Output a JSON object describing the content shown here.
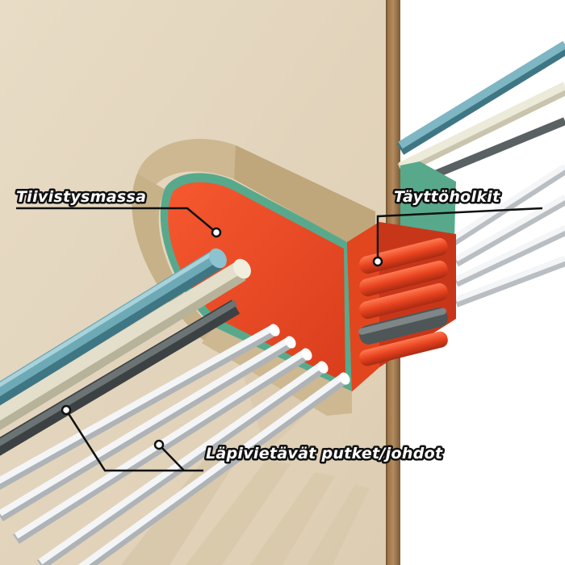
{
  "labels": {
    "sealant": "Tiivistysmassa",
    "filler_sleeves": "Täyttöholkit",
    "pipes_cables": "Läpivietävät putket/johdot"
  },
  "colors": {
    "wall_face": "#e4d6bf",
    "wall_edge": "#a07b50",
    "background": "#ffffff",
    "sealant_orange": "#f04a25",
    "sealant_dark": "#c8361a",
    "frame_green": "#58a98c",
    "insulation": "#cdb891",
    "pipe_white": "#ecedee",
    "pipe_blue": "#5f9fad",
    "pipe_cream": "#e3dfca",
    "pipe_dark": "#4f5658",
    "callout_line": "#111111"
  },
  "icons": [
    "wall-penetration-illustration"
  ]
}
